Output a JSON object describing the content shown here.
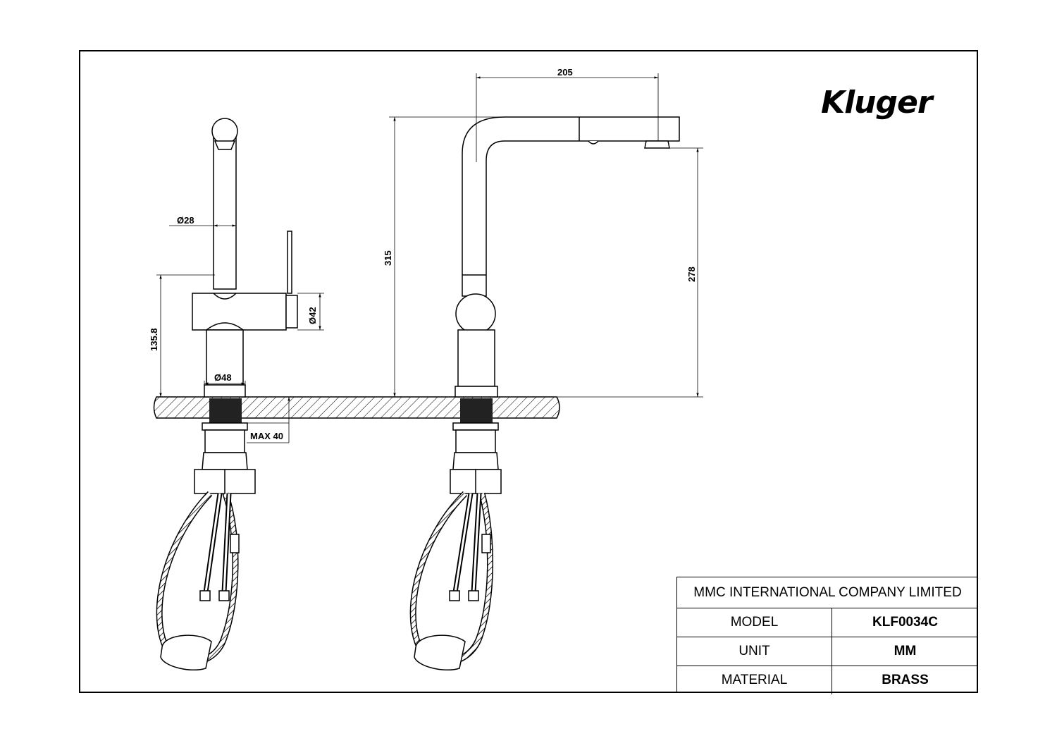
{
  "logo": {
    "text": "Kluger"
  },
  "dimensions": {
    "pipe_diameter": "Ø28",
    "body_diameter": "Ø42",
    "base_diameter": "Ø48",
    "body_height": "135.8",
    "total_height": "315",
    "spout_reach": "205",
    "spout_height": "278",
    "max_thickness": "MAX 40"
  },
  "title_block": {
    "company": "MMC INTERNATIONAL COMPANY LIMITED",
    "rows": [
      {
        "label": "MODEL",
        "value": "KLF0034C"
      },
      {
        "label": "UNIT",
        "value": "MM"
      },
      {
        "label": "MATERIAL",
        "value": "BRASS"
      }
    ]
  }
}
